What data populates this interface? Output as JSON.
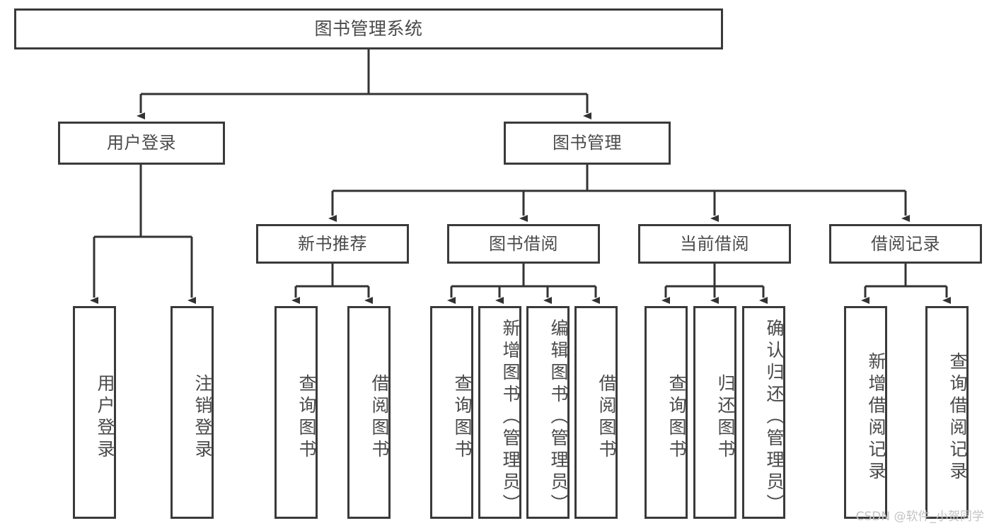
{
  "diagram": {
    "title": "图书管理系统",
    "type": "tree-hierarchy-chart",
    "orientation": "top-down",
    "colors": {
      "background": "#ffffff",
      "box_border": "#3a3a3a",
      "box_fill": "#ffffff",
      "text": "#4a4a4a",
      "connector": "#333333",
      "watermark": "#c2c2c2"
    },
    "watermark": "CSDN @软件_小贺同学"
  },
  "nodes": {
    "root": {
      "label": "图书管理系统"
    },
    "level1": [
      {
        "id": "user-login",
        "label": "用户登录"
      },
      {
        "id": "book-manage",
        "label": "图书管理"
      }
    ],
    "level2": [
      {
        "id": "new-book-recommend",
        "label": "新书推荐",
        "parent": "book-manage"
      },
      {
        "id": "book-borrow",
        "label": "图书借阅",
        "parent": "book-manage"
      },
      {
        "id": "current-borrow",
        "label": "当前借阅",
        "parent": "book-manage"
      },
      {
        "id": "borrow-record",
        "label": "借阅记录",
        "parent": "book-manage"
      }
    ],
    "leaves": {
      "user-login": [
        {
          "id": "leaf-user-login",
          "label": "用户登录"
        },
        {
          "id": "leaf-logout",
          "label": "注销登录"
        }
      ],
      "new-book-recommend": [
        {
          "id": "leaf-query-book-1",
          "label": "查询图书"
        },
        {
          "id": "leaf-borrow-book-1",
          "label": "借阅图书"
        }
      ],
      "book-borrow": [
        {
          "id": "leaf-query-book-2",
          "label": "查询图书"
        },
        {
          "id": "leaf-add-book",
          "label": "新增图书（管理员）"
        },
        {
          "id": "leaf-edit-book",
          "label": "编辑图书（管理员）"
        },
        {
          "id": "leaf-borrow-book-2",
          "label": "借阅图书"
        }
      ],
      "current-borrow": [
        {
          "id": "leaf-query-book-3",
          "label": "查询图书"
        },
        {
          "id": "leaf-return-book",
          "label": "归还图书"
        },
        {
          "id": "leaf-confirm-return",
          "label": "确认归还（管理员）"
        }
      ],
      "borrow-record": [
        {
          "id": "leaf-add-record",
          "label": "新增借阅记录"
        },
        {
          "id": "leaf-query-record",
          "label": "查询借阅记录"
        }
      ]
    }
  }
}
